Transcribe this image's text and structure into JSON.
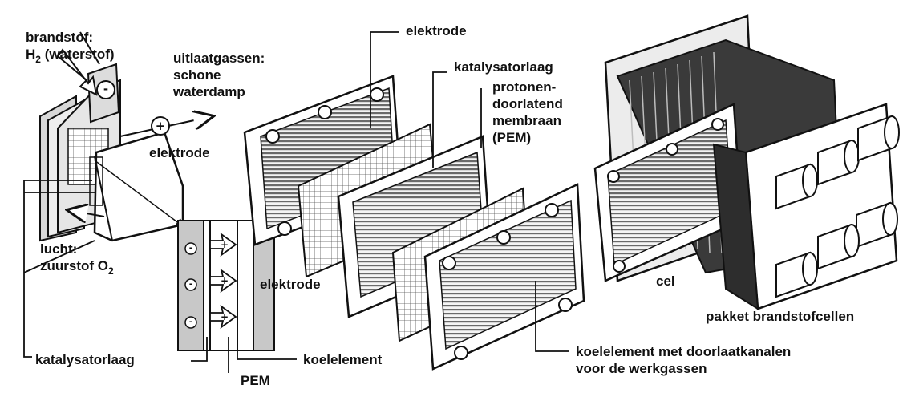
{
  "labels": {
    "fuel_line1": "brandstof:",
    "fuel_h": "H",
    "fuel_sub": "2",
    "fuel_rest": " (waterstof)",
    "exhaust_line1": "uitlaatgassen:",
    "exhaust_line2": "schone",
    "exhaust_line3": "waterdamp",
    "electrode_small": "elektrode",
    "air_line1": "lucht:",
    "air_line2": "zuurstof O",
    "air_sub": "2",
    "electrode_detail": "elektrode",
    "catalyst_bottom": "katalysatorlaag",
    "pem_bottom": "PEM",
    "cooling_bottom": "koelelement",
    "electrode_top": "elektrode",
    "catalyst_top": "katalysatorlaag",
    "membrane_line1": "protonen-",
    "membrane_line2": "doorlatend",
    "membrane_line3": "membraan",
    "membrane_line4": "(PEM)",
    "cell": "cel",
    "stack": "pakket brandstofcellen",
    "cooling_long_line1": "koelelement met doorlaatkanalen",
    "cooling_long_line2": "voor de werkgassen"
  },
  "signs": {
    "minus": "-",
    "plus": "+",
    "neg_circle": "⊖",
    "pos_circle": "+"
  }
}
